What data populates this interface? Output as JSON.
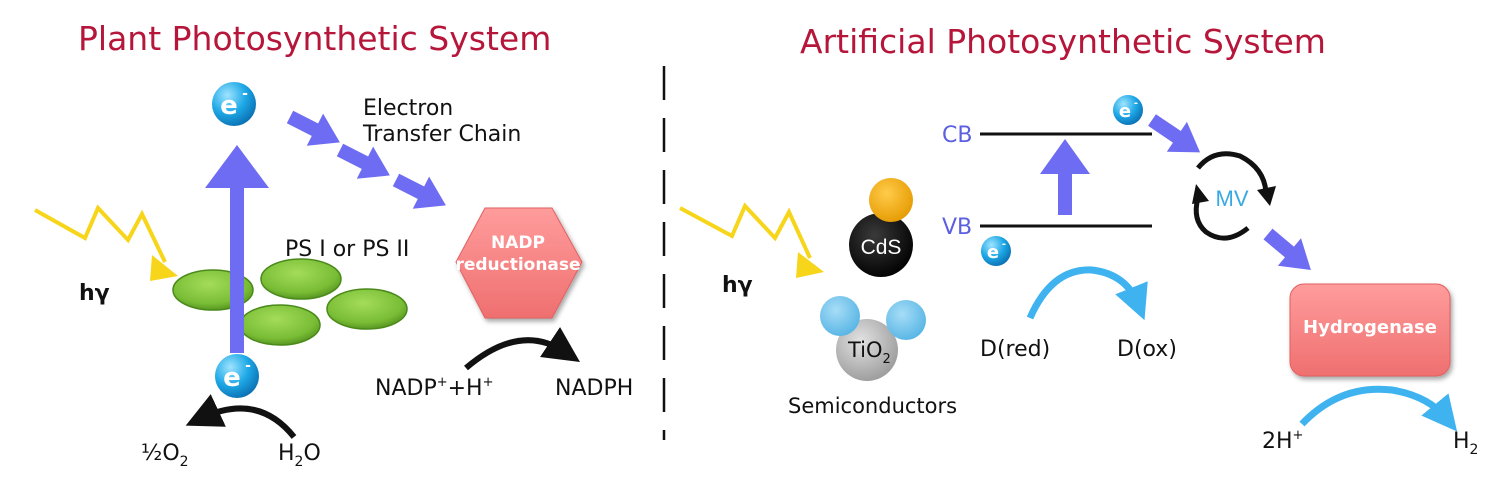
{
  "left": {
    "title": "Plant Photosynthetic System",
    "hv": "hγ",
    "ps_label": "PS I or PS II",
    "etc_line1": "Electron",
    "etc_line2": "Transfer Chain",
    "enzyme_line1": "NADP",
    "enzyme_line2": "reductionase",
    "nadp_base": "NADP",
    "nadp_sup": "+",
    "nadp_mid": "+H",
    "nadp_sup2": "+",
    "nadph": "NADPH",
    "o2_frac": "½O",
    "o2_sub": "2",
    "h2o_h": "H",
    "h2o_sub": "2",
    "h2o_o": "O"
  },
  "right": {
    "title": "Artificial Photosynthetic System",
    "hv": "hγ",
    "cb": "CB",
    "vb": "VB",
    "cds": "CdS",
    "tio2_base": "TiO",
    "tio2_sub": "2",
    "semiconductors": "Semiconductors",
    "mv": "MV",
    "d_red": "D(red)",
    "d_ox": "D(ox)",
    "enzyme": "Hydrogenase",
    "h_plus_base": "2H",
    "h_plus_sup": "+",
    "h2_base": "H",
    "h2_sub": "2"
  },
  "electron": {
    "base": "e",
    "sup": "-"
  },
  "colors": {
    "title": "#b5163a",
    "arrow_blue": "#6e6cf2",
    "light_blue": "#3fb2f0",
    "photon_yellow": "#f7d51b",
    "leaf_green": "#7ec23a",
    "enzyme_pink": "#f47f7f",
    "cds_orange": "#f4ab06",
    "tio2_blue": "#73c6ee",
    "level_label": "#5b5fe0",
    "mv_label": "#39a9e3"
  }
}
